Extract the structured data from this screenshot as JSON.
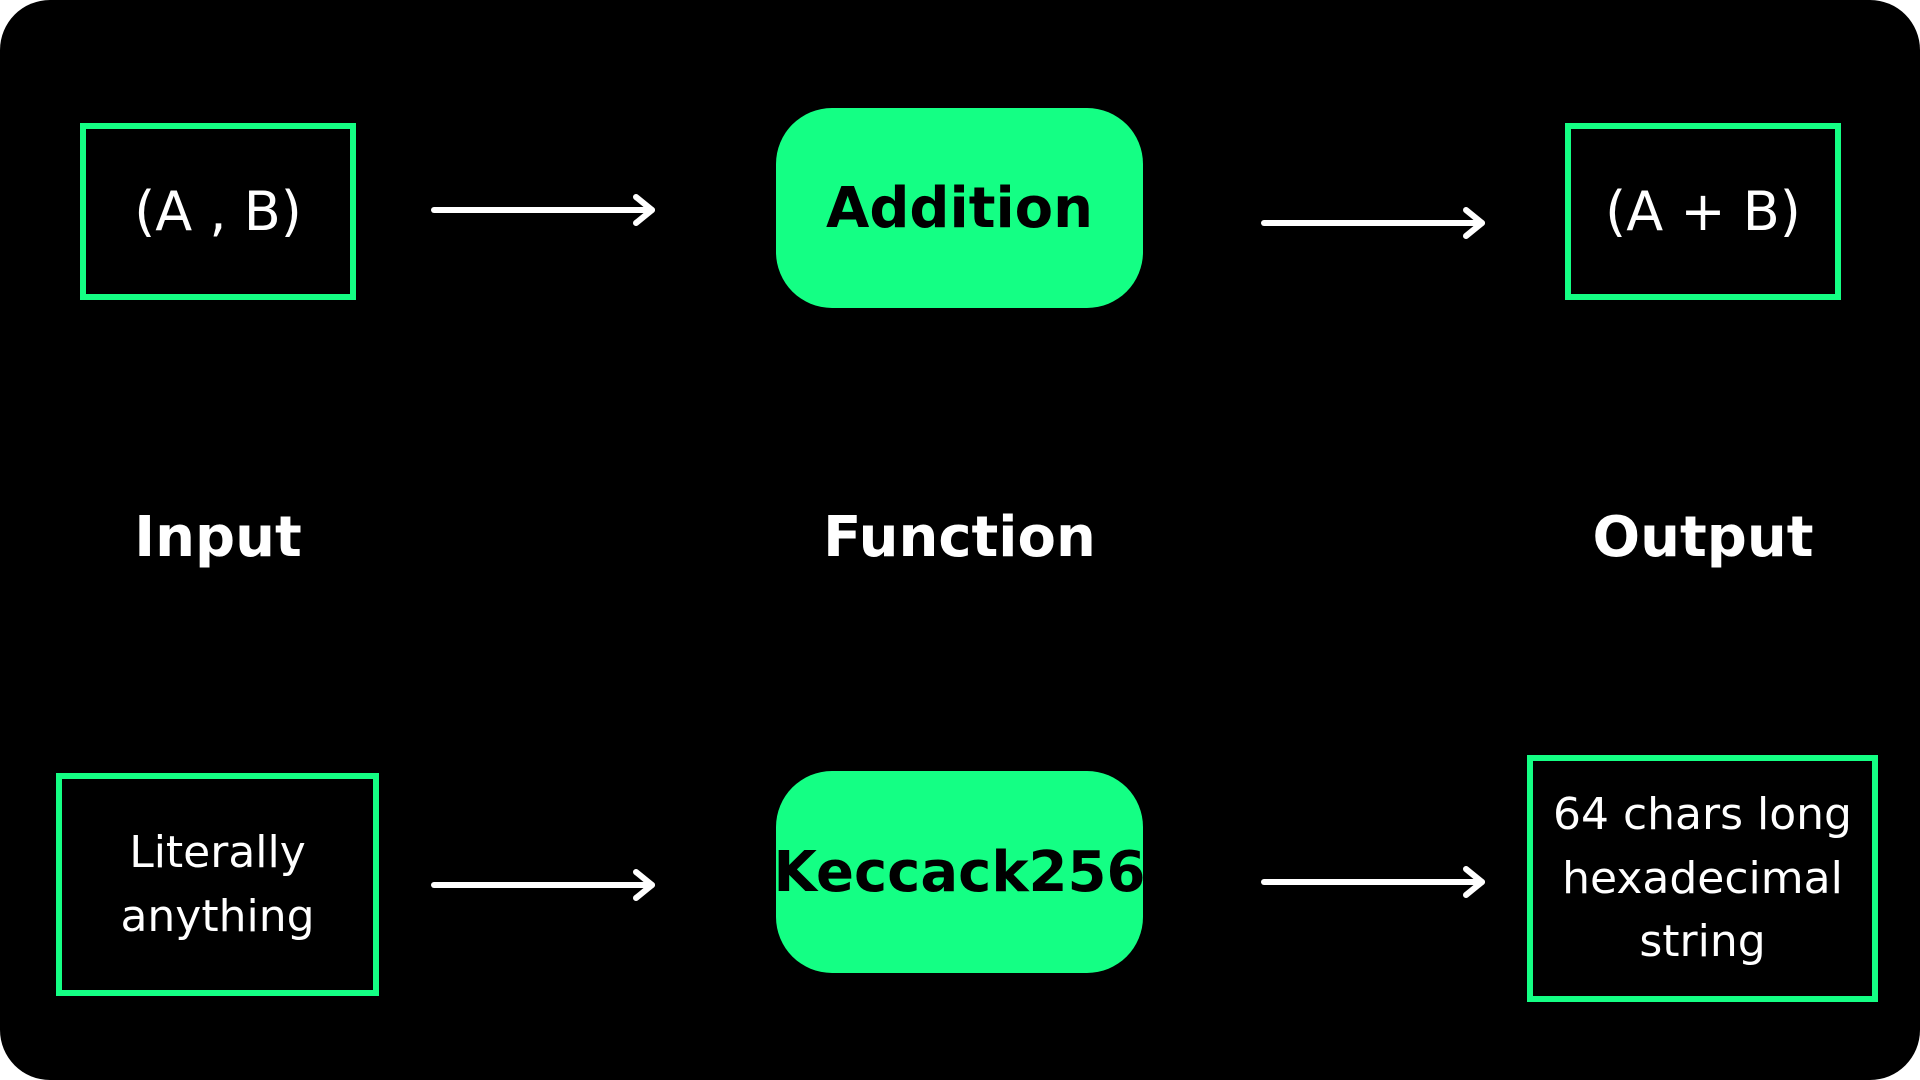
{
  "colors": {
    "background": "#000000",
    "accent": "#14ff84",
    "text": "#ffffff",
    "function_text": "#000000"
  },
  "row_addition": {
    "input": "(A , B)",
    "function": "Addition",
    "output": "(A + B)"
  },
  "labels": {
    "input": "Input",
    "function": "Function",
    "output": "Output"
  },
  "row_keccak": {
    "input": "Literally anything",
    "function": "Keccack256",
    "output": "64 chars long hexadecimal string"
  }
}
